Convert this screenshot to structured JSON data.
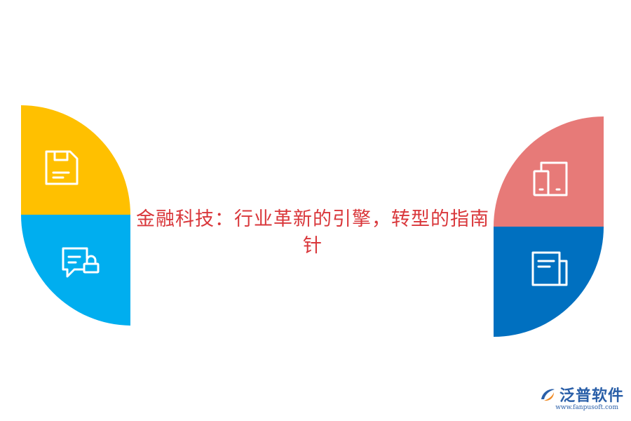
{
  "title": "金融科技：行业革新的引擎，转型的指南针",
  "logo": {
    "name": "泛普软件",
    "url": "www.fanpusoft.com"
  },
  "icons": {
    "left_top": "floppy-disk-document-icon",
    "left_bottom": "chat-lock-icon",
    "right_top": "two-phones-icon",
    "right_bottom": "document-icon"
  },
  "colors": {
    "yellow": "#FFC000",
    "cyan": "#00AEEF",
    "salmon": "#E77A78",
    "blue": "#0070C0",
    "title": "#D9373B",
    "logo": "#2A5FA8"
  }
}
